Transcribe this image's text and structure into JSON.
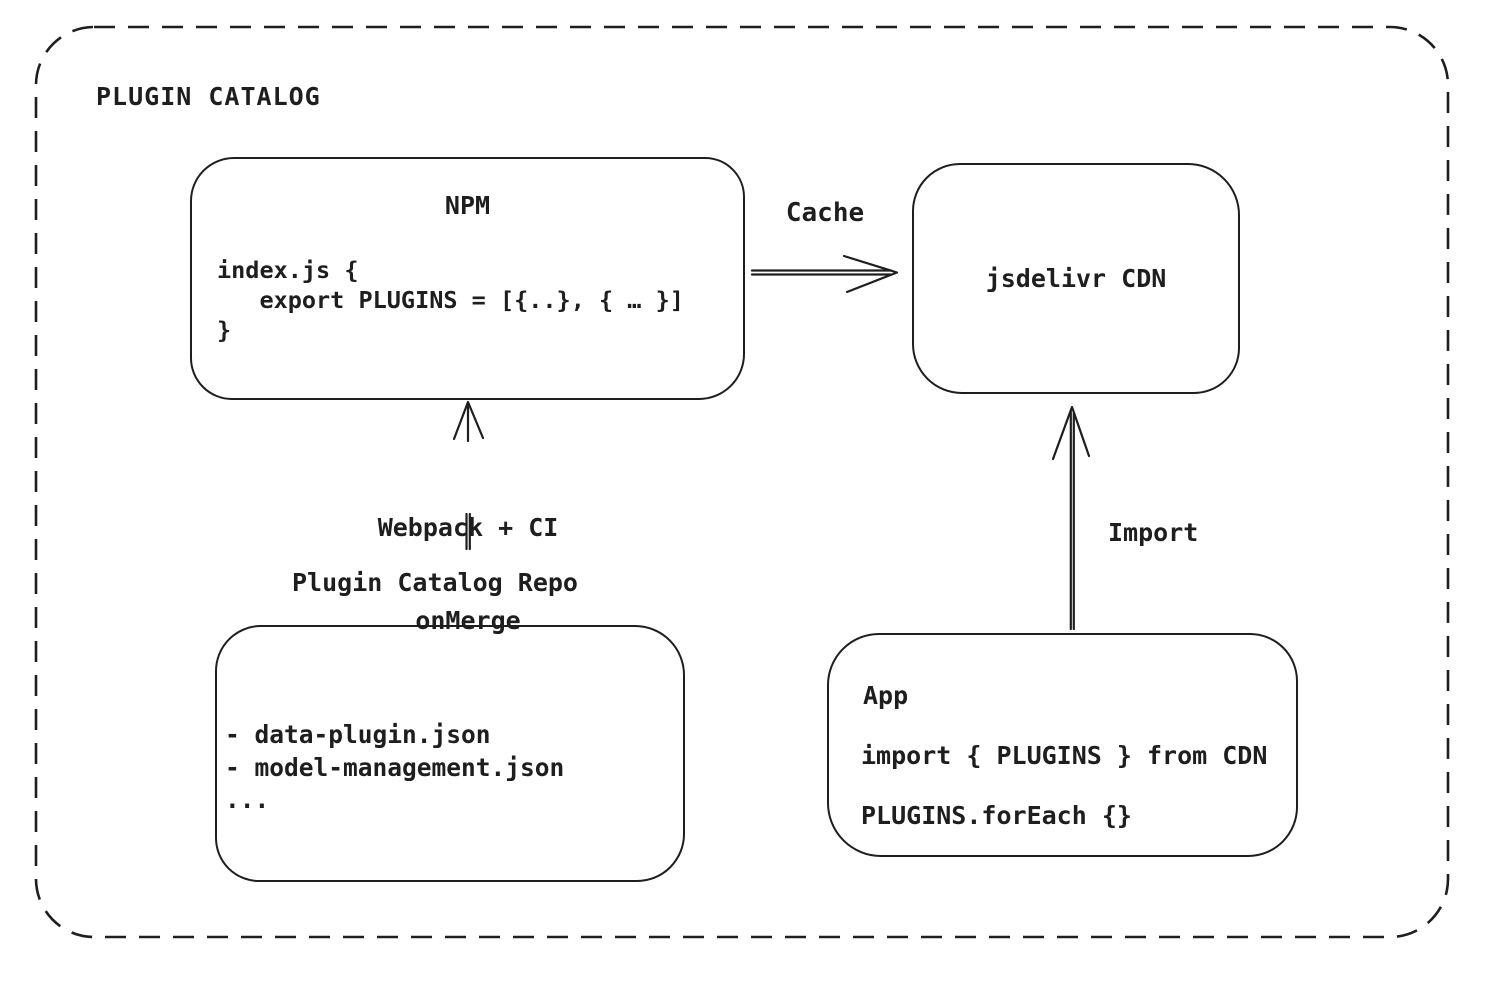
{
  "diagram": {
    "title": "PLUGIN CATALOG",
    "colors": {
      "stroke": "#1e1e1e",
      "background": "#ffffff"
    },
    "nodes": {
      "npm": {
        "title": "NPM",
        "code": "index.js {\n   export PLUGINS = [{..}, { … }]\n}"
      },
      "jsdelivr": {
        "label": "jsdelivr CDN"
      },
      "repo": {
        "label": "Plugin Catalog Repo",
        "files": "- data-plugin.json\n- model-management.json\n..."
      },
      "app": {
        "title": "App",
        "code_line1": "import { PLUGINS } from CDN",
        "code_line2": "PLUGINS.forEach {}"
      }
    },
    "arrows": {
      "cache": {
        "label": "Cache",
        "from": "NPM",
        "to": "jsdelivr CDN"
      },
      "build": {
        "label_line1": "Webpack + CI",
        "label_line2": "onMerge",
        "from": "Plugin Catalog Repo",
        "to": "NPM"
      },
      "import": {
        "label": "Import",
        "from": "App",
        "to": "jsdelivr CDN"
      }
    }
  }
}
